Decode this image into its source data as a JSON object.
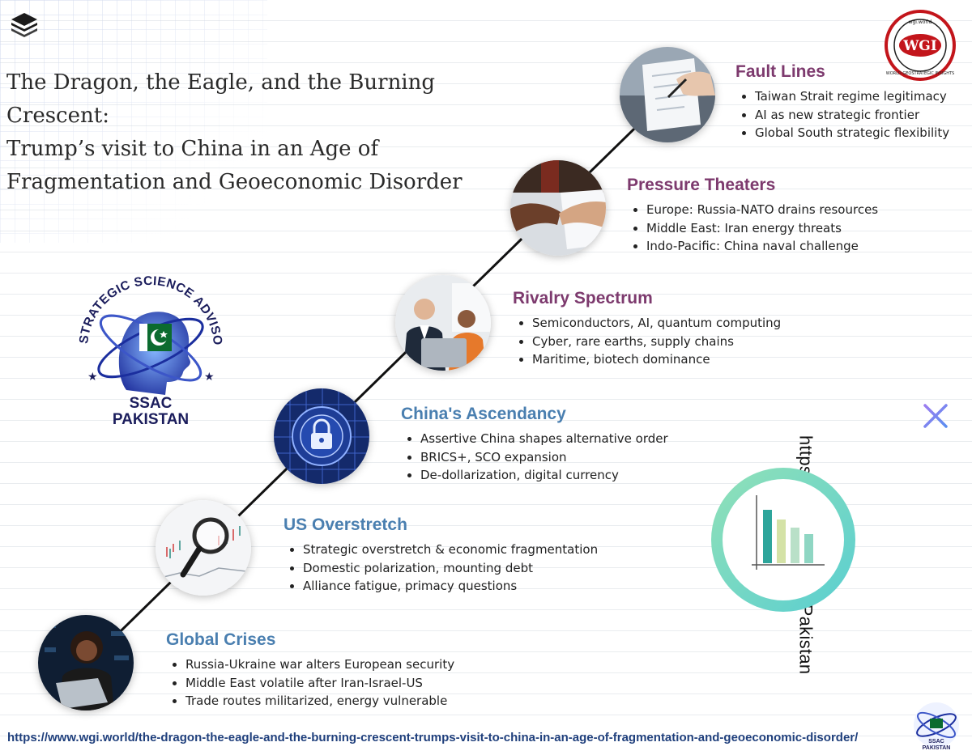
{
  "title": {
    "line1": "The Dragon, the Eagle, and the Burning Crescent:",
    "line2": "Trump’s visit to China in an Age of",
    "line3": "Fragmentation and Geoeconomic Disorder"
  },
  "colors": {
    "heading_purple": "#7d3a6e",
    "heading_blue": "#4a7fb0",
    "url_blue": "#1f3f7c",
    "ring_teal": "#6fd3c6"
  },
  "stages": [
    {
      "heading": "Fault Lines",
      "icon": "writing-document-icon",
      "bullets": [
        "Taiwan Strait regime legitimacy",
        "AI as new strategic frontier",
        "Global South strategic flexibility"
      ]
    },
    {
      "heading": "Pressure Theaters",
      "icon": "handshake-icon",
      "bullets": [
        "Europe: Russia-NATO drains resources",
        "Middle East: Iran energy threats",
        "Indo-Pacific: China naval challenge"
      ]
    },
    {
      "heading": "Rivalry Spectrum",
      "icon": "business-meeting-icon",
      "bullets": [
        "Semiconductors, AI, quantum computing",
        "Cyber, rare earths, supply chains",
        "Maritime, biotech dominance"
      ]
    },
    {
      "heading": "China's Ascendancy",
      "icon": "digital-lock-icon",
      "bullets": [
        "Assertive China shapes alternative order",
        "BRICS+, SCO expansion",
        "De-dollarization, digital currency"
      ]
    },
    {
      "heading": "US Overstretch",
      "icon": "magnifier-chart-icon",
      "bullets": [
        "Strategic overstretch & economic fragmentation",
        "Domestic polarization, mounting debt",
        "Alliance fatigue, primacy questions"
      ]
    },
    {
      "heading": "Global Crises",
      "icon": "person-laptop-icon",
      "bullets": [
        "Russia-Ukraine war alters European security",
        "Middle East volatile after Iran-Israel-US",
        "Trade routes militarized, energy vulnerable"
      ]
    }
  ],
  "logos": {
    "wgi_letters": "WGI",
    "wgi_top": "wgi.world",
    "wgi_ring": "WORLD GEOSTRATEGIC INSIGHTS",
    "ssac_arc": "STRATEGIC SCIENCE ADVISORY COUNCIL",
    "ssac_line1": "SSAC",
    "ssac_line2": "PAKISTAN"
  },
  "social": {
    "x_url": "https://x.com/SSAC_Pakistan"
  },
  "footer": {
    "url": "https://www.wgi.world/the-dragon-the-eagle-and-the-burning-crescent-trumps-visit-to-china-in-an-age-of-fragmentation-and-geoeconomic-disorder/"
  }
}
